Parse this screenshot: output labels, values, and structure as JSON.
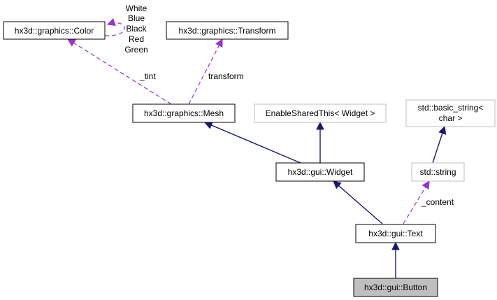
{
  "colors": {
    "inheritance_edge": "#191970",
    "usage_edge": "#9a32cd",
    "highlight_fill": "#bfbfbf",
    "node_border": "#000000",
    "external_node_border": "#bfbfbf"
  },
  "nodes": {
    "color": {
      "label": "hx3d::graphics::Color"
    },
    "transform": {
      "label": "hx3d::graphics::Transform"
    },
    "mesh": {
      "label": "hx3d::graphics::Mesh"
    },
    "enable_shared_this": {
      "label": "EnableSharedThis< Widget >"
    },
    "basic_string": {
      "line1": "std::basic_string<",
      "line2": "char >"
    },
    "widget": {
      "label": "hx3d::gui::Widget"
    },
    "std_string": {
      "label": "std::string"
    },
    "text": {
      "label": "hx3d::gui::Text"
    },
    "button": {
      "label": "hx3d::gui::Button"
    }
  },
  "color_members": [
    "White",
    "Blue",
    "Black",
    "Red",
    "Green"
  ],
  "edge_labels": {
    "tint": "_tint",
    "transform": "transform",
    "content": "_content"
  }
}
